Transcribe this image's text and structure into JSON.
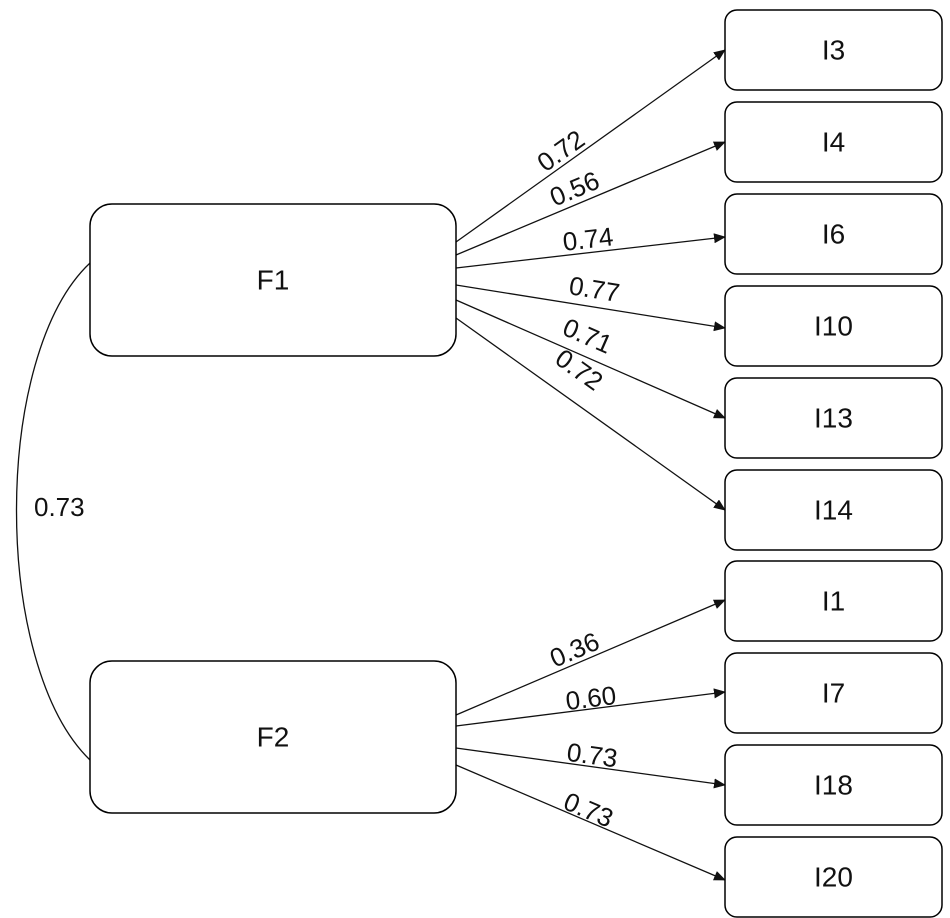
{
  "factors": [
    {
      "id": "F1",
      "label": "F1"
    },
    {
      "id": "F2",
      "label": "F2"
    }
  ],
  "items": [
    {
      "id": "I3",
      "label": "I3"
    },
    {
      "id": "I4",
      "label": "I4"
    },
    {
      "id": "I6",
      "label": "I6"
    },
    {
      "id": "I10",
      "label": "I10"
    },
    {
      "id": "I13",
      "label": "I13"
    },
    {
      "id": "I14",
      "label": "I14"
    },
    {
      "id": "I1",
      "label": "I1"
    },
    {
      "id": "I7",
      "label": "I7"
    },
    {
      "id": "I18",
      "label": "I18"
    },
    {
      "id": "I20",
      "label": "I20"
    }
  ],
  "loadings": [
    {
      "from": "F1",
      "to": "I3",
      "value": "0.72"
    },
    {
      "from": "F1",
      "to": "I4",
      "value": "0.56"
    },
    {
      "from": "F1",
      "to": "I6",
      "value": "0.74"
    },
    {
      "from": "F1",
      "to": "I10",
      "value": "0.77"
    },
    {
      "from": "F1",
      "to": "I13",
      "value": "0.71"
    },
    {
      "from": "F1",
      "to": "I14",
      "value": "0.72"
    },
    {
      "from": "F2",
      "to": "I1",
      "value": "0.36"
    },
    {
      "from": "F2",
      "to": "I7",
      "value": "0.60"
    },
    {
      "from": "F2",
      "to": "I18",
      "value": "0.73"
    },
    {
      "from": "F2",
      "to": "I20",
      "value": "0.73"
    }
  ],
  "correlation": {
    "between": [
      "F1",
      "F2"
    ],
    "value": "0.73"
  }
}
